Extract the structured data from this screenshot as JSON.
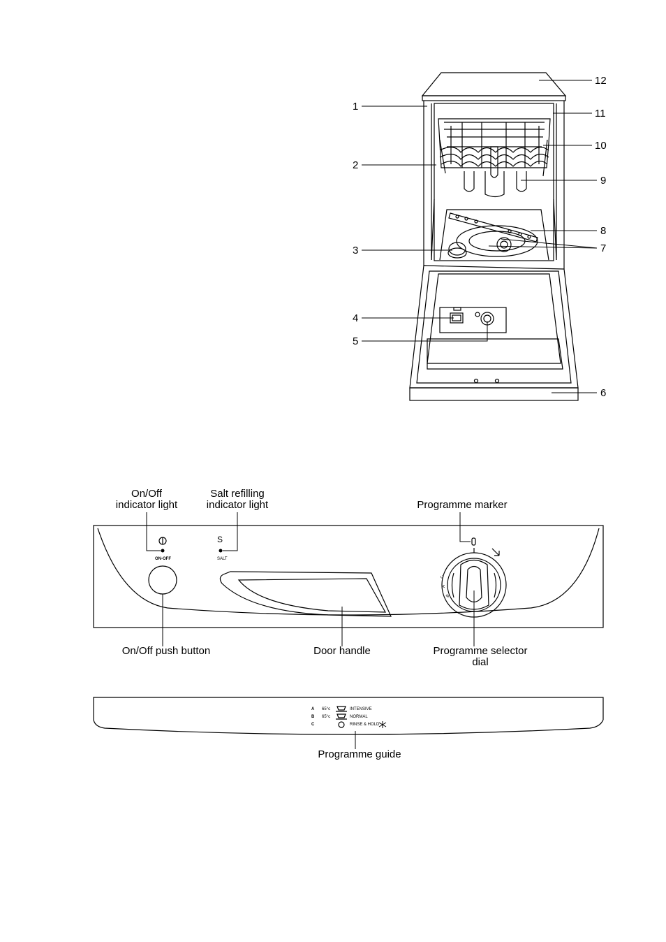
{
  "dishwasher": {
    "callouts": [
      "1",
      "2",
      "3",
      "4",
      "5",
      "6",
      "7",
      "8",
      "9",
      "10",
      "11",
      "12"
    ]
  },
  "control_panel": {
    "labels": {
      "onoff_light_1": "On/Off",
      "onoff_light_2": "indicator light",
      "salt_light_1": "Salt refilling",
      "salt_light_2": "indicator light",
      "programme_marker": "Programme marker",
      "onoff_button": "On/Off push button",
      "door_handle": "Door handle",
      "selector_1": "Programme selector",
      "selector_2": "dial"
    },
    "onoff_caption": "ON-OFF",
    "salt_caption": "SALT",
    "salt_symbol": "S",
    "dial_marks": [
      "A",
      "B",
      "C"
    ]
  },
  "programme_guide": {
    "label": "Programme guide",
    "rows": [
      {
        "letter": "A",
        "temp": "65°c",
        "name": "INTENSIVE"
      },
      {
        "letter": "B",
        "temp": "65°c",
        "name": "NORMAL"
      },
      {
        "letter": "C",
        "temp": "",
        "name": "RINSE & HOLD"
      }
    ]
  }
}
